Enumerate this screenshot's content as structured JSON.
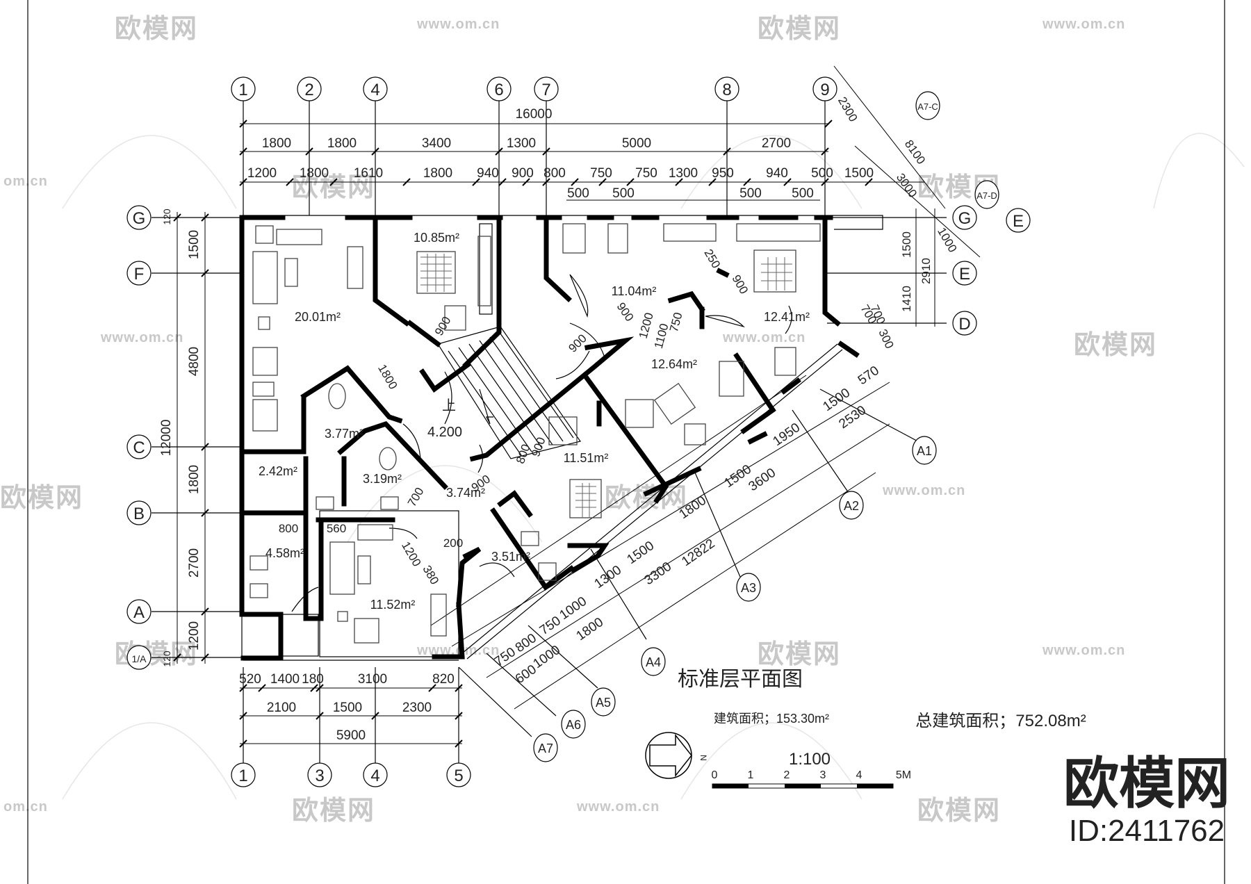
{
  "drawing": {
    "title": "标准层平面图",
    "building_area": "建筑面积；153.30m²",
    "total_area": "总建筑面积；752.08m²",
    "scale": "1:100",
    "scale_ticks": [
      "0",
      "1",
      "2",
      "3",
      "4",
      "5M"
    ],
    "north": "N",
    "stair_note": "上",
    "elevation": "4.200"
  },
  "grid_top": [
    "1",
    "2",
    "4",
    "6",
    "7",
    "8",
    "9"
  ],
  "grid_bottom": [
    "1",
    "3",
    "4",
    "5"
  ],
  "grid_left": [
    "G",
    "F",
    "C",
    "B",
    "A",
    "1/A"
  ],
  "grid_right": [
    "G",
    "E",
    "D"
  ],
  "grid_diag": [
    "A1",
    "A2",
    "A3",
    "A4",
    "A5",
    "A6",
    "A7",
    "A7-C",
    "A7-D"
  ],
  "dims_top_total": "16000",
  "dims_top_row1": [
    "1800",
    "1800",
    "3400",
    "1300",
    "5000",
    "2700"
  ],
  "dims_top_row2": [
    "1200",
    "1800",
    "1610",
    "1800",
    "940",
    "900",
    "800",
    "750",
    "750",
    "1300",
    "950",
    "940",
    "500",
    "1500"
  ],
  "dims_top_row3": [
    "500",
    "500",
    "500",
    "500"
  ],
  "dims_left": [
    "120",
    "1500",
    "4800",
    "12000",
    "1800",
    "2700",
    "1200",
    "120"
  ],
  "dims_bottom_row1": [
    "520",
    "1400",
    "180",
    "3100",
    "820"
  ],
  "dims_bottom_row2": [
    "2100",
    "1500",
    "2300"
  ],
  "dims_bottom_total": "5900",
  "dims_right": [
    "2300",
    "8100",
    "3000",
    "1000",
    "1500",
    "2910",
    "1410",
    "700",
    "300"
  ],
  "dims_diag": [
    "570",
    "1500",
    "2530",
    "1950",
    "1500",
    "3600",
    "1800",
    "1500",
    "12822",
    "3300",
    "1300",
    "1000",
    "750",
    "1800",
    "800",
    "1000",
    "750",
    "600"
  ],
  "dims_inner": [
    "1800",
    "900",
    "900",
    "900",
    "1200",
    "1100",
    "750",
    "250",
    "900",
    "700",
    "800",
    "900",
    "900",
    "700",
    "1200",
    "380",
    "200",
    "800",
    "560"
  ],
  "rooms": [
    "10.85m²",
    "20.01m²",
    "11.04m²",
    "12.41m²",
    "12.64m²",
    "3.77m²",
    "2.42m²",
    "3.19m²",
    "3.74m²",
    "11.51m²",
    "4.58m²",
    "11.52m²",
    "3.51m²"
  ],
  "watermark": {
    "logo": "欧模网",
    "url": "www.om.cn",
    "url_short": "om.cn"
  },
  "brand": {
    "logo": "欧模网",
    "id": "ID:2411762"
  }
}
